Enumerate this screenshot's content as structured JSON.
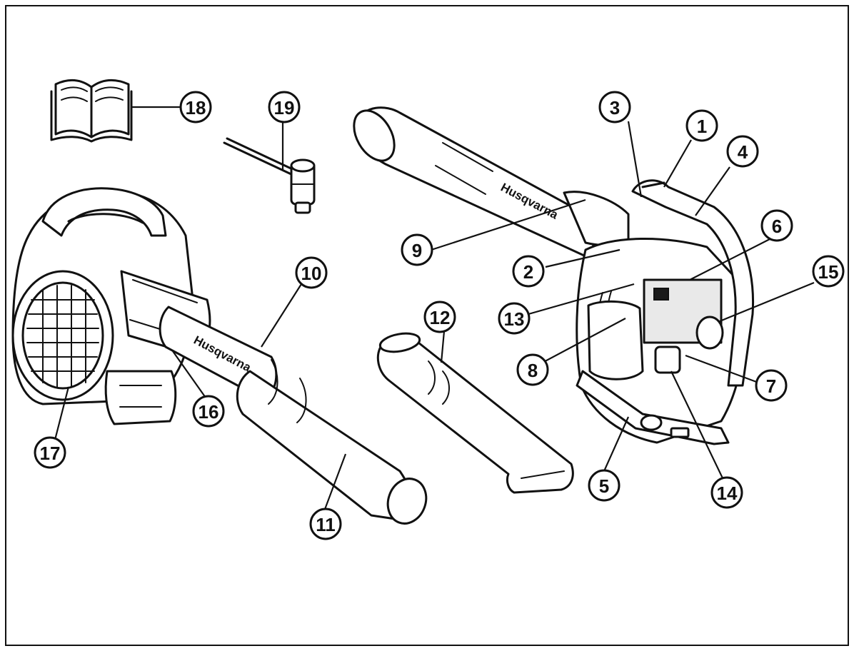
{
  "diagram": {
    "brand_text": "Husqvarna",
    "callouts": [
      {
        "id": "1",
        "label": "1"
      },
      {
        "id": "2",
        "label": "2"
      },
      {
        "id": "3",
        "label": "3"
      },
      {
        "id": "4",
        "label": "4"
      },
      {
        "id": "5",
        "label": "5"
      },
      {
        "id": "6",
        "label": "6"
      },
      {
        "id": "7",
        "label": "7"
      },
      {
        "id": "8",
        "label": "8"
      },
      {
        "id": "9",
        "label": "9"
      },
      {
        "id": "10",
        "label": "10"
      },
      {
        "id": "11",
        "label": "11"
      },
      {
        "id": "12",
        "label": "12"
      },
      {
        "id": "13",
        "label": "13"
      },
      {
        "id": "14",
        "label": "14"
      },
      {
        "id": "15",
        "label": "15"
      },
      {
        "id": "16",
        "label": "16"
      },
      {
        "id": "17",
        "label": "17"
      },
      {
        "id": "18",
        "label": "18"
      },
      {
        "id": "19",
        "label": "19"
      }
    ],
    "icons": {
      "manual": "operator-manual-book-icon",
      "tool": "combination-spanner-icon"
    },
    "colors": {
      "line": "#111111",
      "background": "#ffffff",
      "callout_fill": "#ffffff"
    }
  }
}
